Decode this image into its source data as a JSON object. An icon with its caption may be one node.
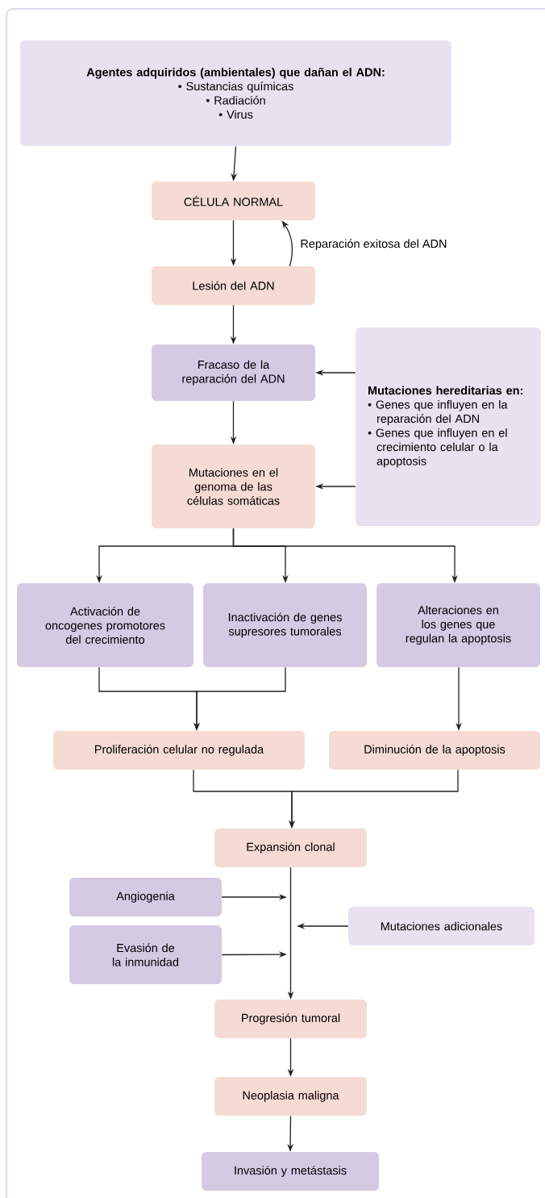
{
  "diagram": {
    "nodes": [
      {
        "text": [
          "Agentes adquiridos (ambientales) que dañan el ADN:",
          "• Sustancias químicas",
          "• Radiación",
          "• Virus"
        ]
      },
      {
        "text": [
          "CÉLULA NORMAL"
        ]
      },
      {
        "text": [
          "Lesión del ADN"
        ]
      },
      {
        "text": [
          "Fracaso de la reparación del ADN"
        ]
      },
      {
        "text": [
          "Mutaciones hereditarias en:",
          "• Genes que influyen en la reparación del ADN",
          "• Genes que influyen en el crecimiento celular o la apoptosis"
        ]
      },
      {
        "text": [
          "Mutaciones en el genoma de las células somáticas"
        ]
      },
      {
        "text": [
          "Activación de oncogenes promotores del crecimiento"
        ]
      },
      {
        "text": [
          "Inactivación de genes supresores tumorales"
        ]
      },
      {
        "text": [
          "Alteraciones en los genes que regulan la apoptosis"
        ]
      },
      {
        "text": [
          "Proliferación celular no regulada"
        ]
      },
      {
        "text": [
          "Diminución de la apoptosis"
        ]
      },
      {
        "text": [
          "Expansión clonal"
        ]
      },
      {
        "text": [
          "Angiogenia"
        ]
      },
      {
        "text": [
          "Evasión de la inmunidad"
        ]
      },
      {
        "text": [
          "Mutaciones adicionales"
        ]
      },
      {
        "text": [
          "Progresión tumoral"
        ]
      },
      {
        "text": [
          "Neoplasia maligna"
        ]
      },
      {
        "text": [
          "Invasión y metástasis"
        ]
      }
    ],
    "edges": [
      {
        "from": 0,
        "to": 1,
        "arrow": "to"
      },
      {
        "from": 1,
        "to": 2,
        "arrow": "to"
      },
      {
        "from": 2,
        "to": 1,
        "arrow": "to",
        "label": "Reparación exitosa del ADN"
      },
      {
        "from": 2,
        "to": 3,
        "arrow": "to"
      },
      {
        "from": 4,
        "to": 3,
        "arrow": "to"
      },
      {
        "from": 3,
        "to": 5,
        "arrow": "to"
      },
      {
        "from": 4,
        "to": 5,
        "arrow": "to"
      },
      {
        "from": 5,
        "to": 6,
        "arrow": "to"
      },
      {
        "from": 5,
        "to": 7,
        "arrow": "to"
      },
      {
        "from": 5,
        "to": 8,
        "arrow": "to"
      },
      {
        "from": 6,
        "to": 9,
        "arrow": "to"
      },
      {
        "from": 7,
        "to": 9,
        "arrow": "to"
      },
      {
        "from": 8,
        "to": 10,
        "arrow": "to"
      },
      {
        "from": 9,
        "to": 11,
        "arrow": "to"
      },
      {
        "from": 10,
        "to": 11,
        "arrow": "to"
      },
      {
        "from": 11,
        "to": 15,
        "arrow": "to"
      },
      {
        "from": 12,
        "to": null,
        "arrow": "to"
      },
      {
        "from": 13,
        "to": null,
        "arrow": "to"
      },
      {
        "from": 14,
        "to": null,
        "arrow": "to"
      },
      {
        "from": 15,
        "to": 16,
        "arrow": "to"
      },
      {
        "from": 16,
        "to": 17,
        "arrow": "to"
      }
    ]
  }
}
